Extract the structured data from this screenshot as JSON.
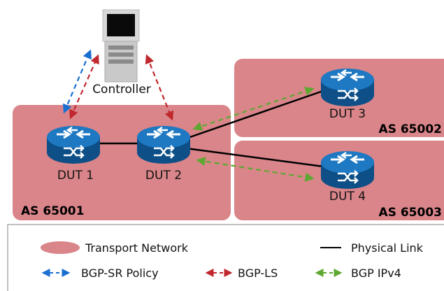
{
  "colors": {
    "transport": "#d9858a",
    "router_fill": "#1565a8",
    "bgp_sr": "#1a6fd1",
    "bgp_ls": "#c0282d",
    "bgp_ipv4": "#5ea832"
  },
  "diagram": {
    "controller_label": "Controller",
    "as_labels": [
      "AS 65001",
      "AS 65002",
      "AS 65003"
    ],
    "routers": [
      "DUT 1",
      "DUT 2",
      "DUT 3",
      "DUT 4"
    ]
  },
  "legend": {
    "transport_network": "Transport Network",
    "physical_link": "Physical Link",
    "bgp_sr_policy": "BGP-SR Policy",
    "bgp_ls": "BGP-LS",
    "bgp_ipv4": "BGP IPv4"
  }
}
